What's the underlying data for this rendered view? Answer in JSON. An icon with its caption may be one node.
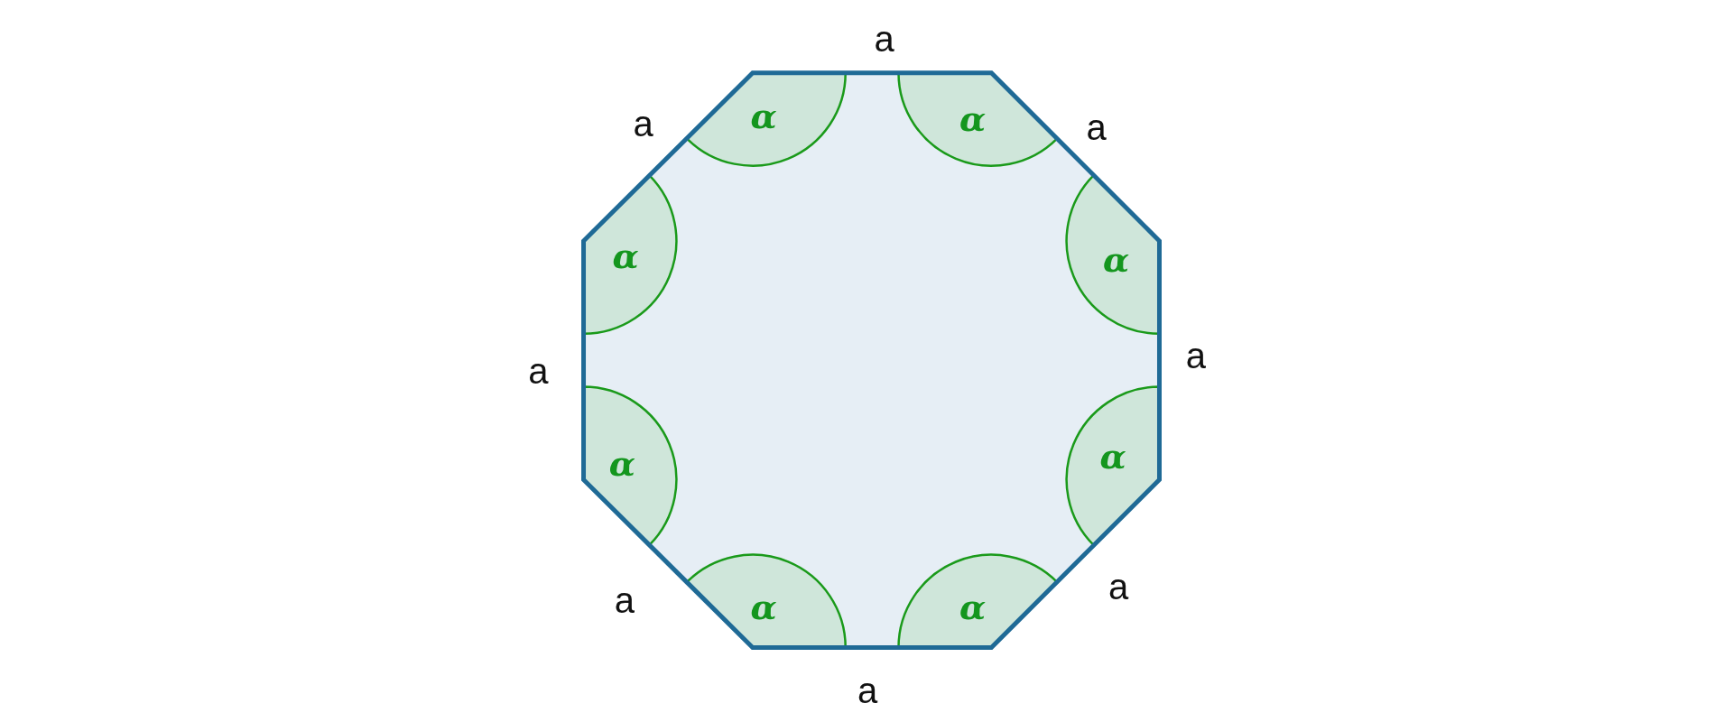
{
  "diagram": {
    "labels": [
      "a",
      "a",
      "α",
      "α",
      "a",
      "α",
      "α",
      "a",
      "a",
      "α",
      "α",
      "a",
      "a",
      "α",
      "α",
      "a"
    ]
  }
}
